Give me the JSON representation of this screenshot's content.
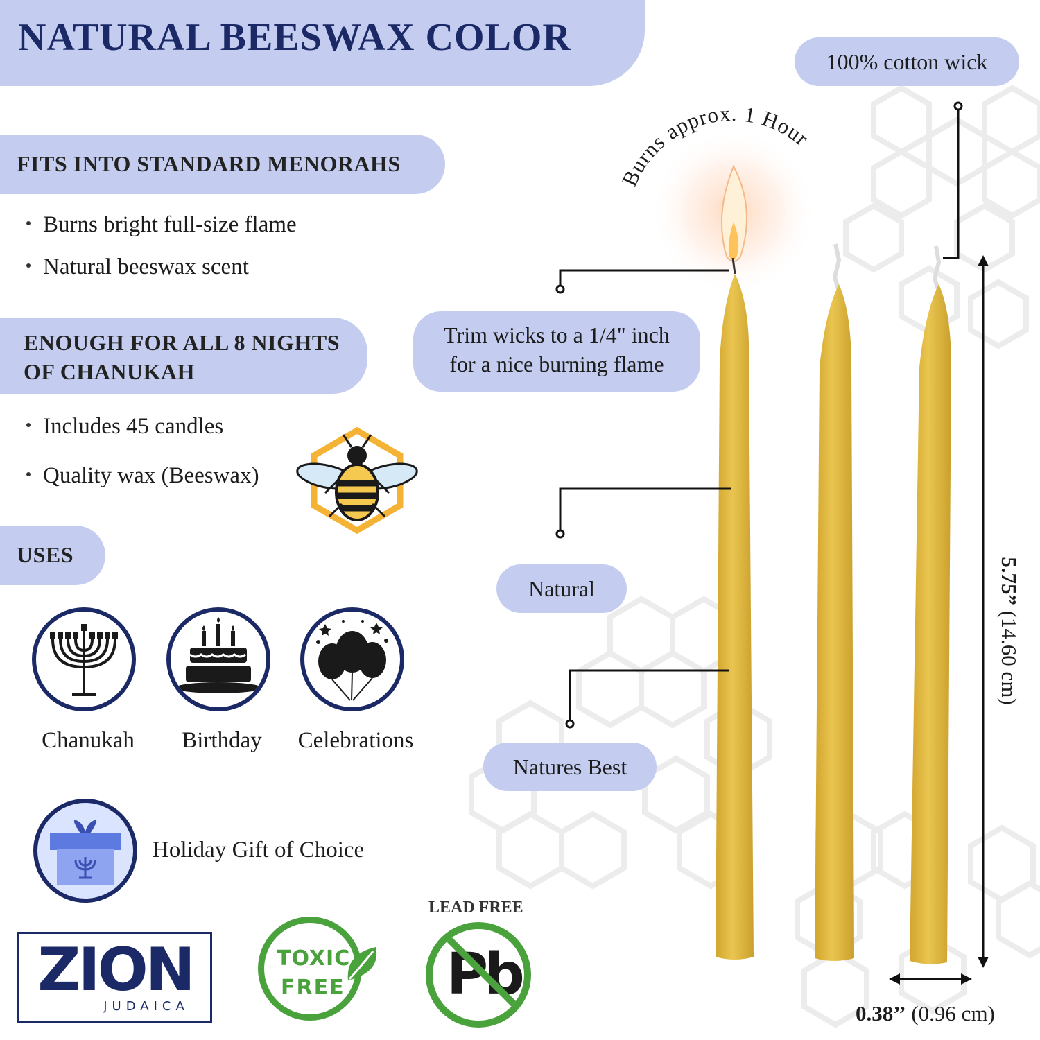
{
  "title": "NATURAL BEESWAX COLOR",
  "sections": {
    "menorahs": {
      "heading": "FITS INTO STANDARD MENORAHS",
      "bullets": [
        "Burns bright full-size flame",
        "Natural beeswax scent"
      ]
    },
    "nights": {
      "heading_line1": "ENOUGH FOR ALL 8 NIGHTS",
      "heading_line2": "OF CHANUKAH",
      "bullets": [
        "Includes 45 candles",
        "Quality wax (Beeswax)"
      ]
    },
    "uses": {
      "heading": "USES",
      "items": [
        "Chanukah",
        "Birthday",
        "Celebrations"
      ],
      "gift": "Holiday Gift of Choice"
    }
  },
  "callouts": {
    "wick": "100% cotton wick",
    "burns": "Burns approx. 1 Hour",
    "trim_line1": "Trim wicks to a 1/4\" inch",
    "trim_line2": "for a nice burning flame",
    "natural": "Natural",
    "natures_best": "Natures Best"
  },
  "dimensions": {
    "height_value": "5.75”",
    "height_metric": "(14.60 cm)",
    "width_value": "0.38’’",
    "width_metric": "(0.96 cm)"
  },
  "badges": {
    "brand_main": "ZION",
    "brand_sub": "JUDAICA",
    "toxic_line1": "TOXIC",
    "toxic_line2": "FREE",
    "lead_free": "LEAD FREE",
    "pb": "Pb"
  },
  "colors": {
    "navy": "#1b2a67",
    "pill": "#c4cdef",
    "candle": "#e2b93f",
    "green": "#4aa23c",
    "bee_hex": "#f5b335"
  },
  "icons": [
    "menorah-icon",
    "birthday-cake-icon",
    "balloons-icon",
    "gift-box-icon",
    "bee-icon",
    "flame-icon"
  ]
}
